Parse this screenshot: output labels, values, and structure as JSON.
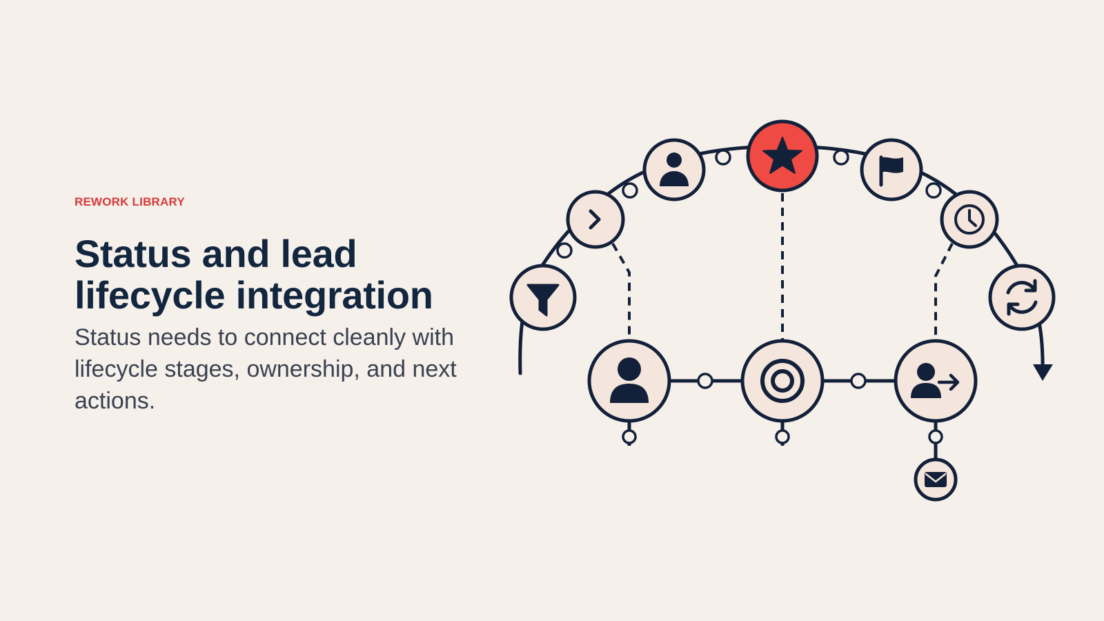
{
  "eyebrow": "REWORK LIBRARY",
  "title": "Status and lead lifecycle integration",
  "body": "Status needs to connect cleanly with lifecycle stages, ownership, and next actions.",
  "colors": {
    "background": "#f5f0ea",
    "ink": "#13203a",
    "accent": "#ef4a43",
    "node_fill": "#f4e6dc",
    "eyebrow": "#d63a3a"
  },
  "diagram": {
    "arc_nodes": [
      {
        "name": "filter-icon"
      },
      {
        "name": "chevron-right-icon"
      },
      {
        "name": "person-icon"
      },
      {
        "name": "star-icon",
        "highlighted": true
      },
      {
        "name": "flag-icon"
      },
      {
        "name": "clock-icon"
      },
      {
        "name": "refresh-icon"
      }
    ],
    "lower_nodes": [
      {
        "name": "person-icon"
      },
      {
        "name": "target-icon"
      },
      {
        "name": "person-arrow-icon"
      }
    ],
    "extra_nodes": [
      {
        "name": "mail-icon"
      }
    ]
  }
}
